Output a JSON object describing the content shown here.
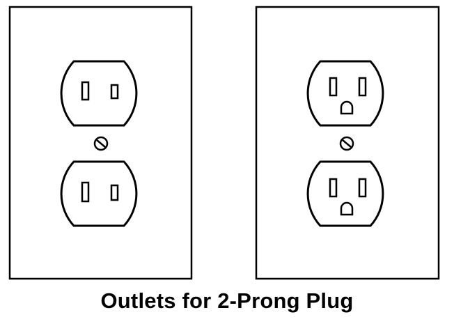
{
  "caption": "Outlets for 2-Prong Plug",
  "colors": {
    "stroke": "#000000",
    "background": "#ffffff"
  },
  "outlets": [
    {
      "type": "two-prong",
      "receptacles": [
        "top",
        "bottom"
      ]
    },
    {
      "type": "three-prong",
      "receptacles": [
        "top",
        "bottom"
      ]
    }
  ]
}
